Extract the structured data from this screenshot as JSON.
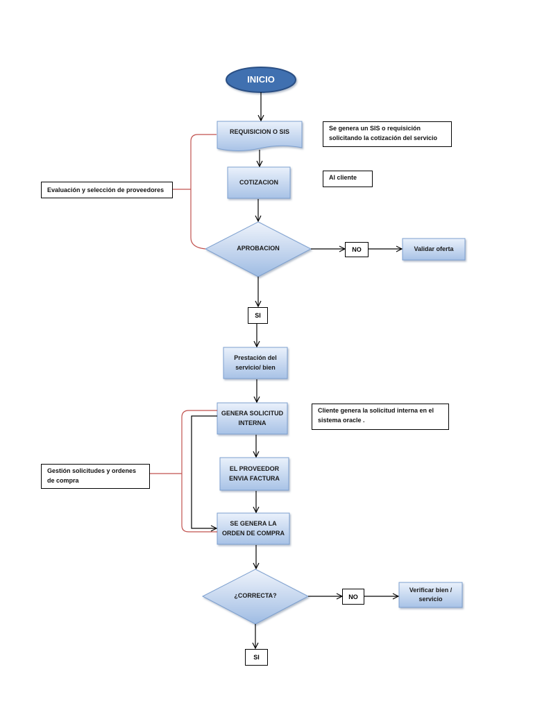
{
  "start": "INICIO",
  "steps": {
    "requisicion": "REQUISICION O SIS",
    "cotizacion": "COTIZACION",
    "aprobacion": "APROBACION",
    "validar": "Validar oferta",
    "prestacion": "Prestación del servicio/ bien",
    "genera_solicitud": "GENERA SOLICITUD INTERNA",
    "proveedor_factura": "EL PROVEEDOR ENVIA FACTURA",
    "orden_compra": "SE GENERA LA ORDEN DE COMPRA",
    "correcta": "¿CORRECTA?",
    "verificar": "Verificar bien / servicio"
  },
  "labels": {
    "no_1": "NO",
    "si_1": "SI",
    "no_2": "NO",
    "si_2": "SI"
  },
  "notes": {
    "sis": "Se genera un SIS o requisición solicitando la cotización del servicio",
    "al_cliente": "Al cliente",
    "solicitud_interna": "Cliente genera la solicitud interna en el sistema oracle ."
  },
  "groups": {
    "evaluacion": "Evaluación y selección de proveedores",
    "gestion": "Gestión solicitudes y ordenes de compra"
  },
  "colors": {
    "start_fill": "#3f6fb0",
    "start_stroke": "#2a4f84",
    "shape_light": "#e8f0fb",
    "shape_dark": "#a9c3e6",
    "shape_stroke": "#7c9fcf",
    "bracket": "#c0504d"
  }
}
